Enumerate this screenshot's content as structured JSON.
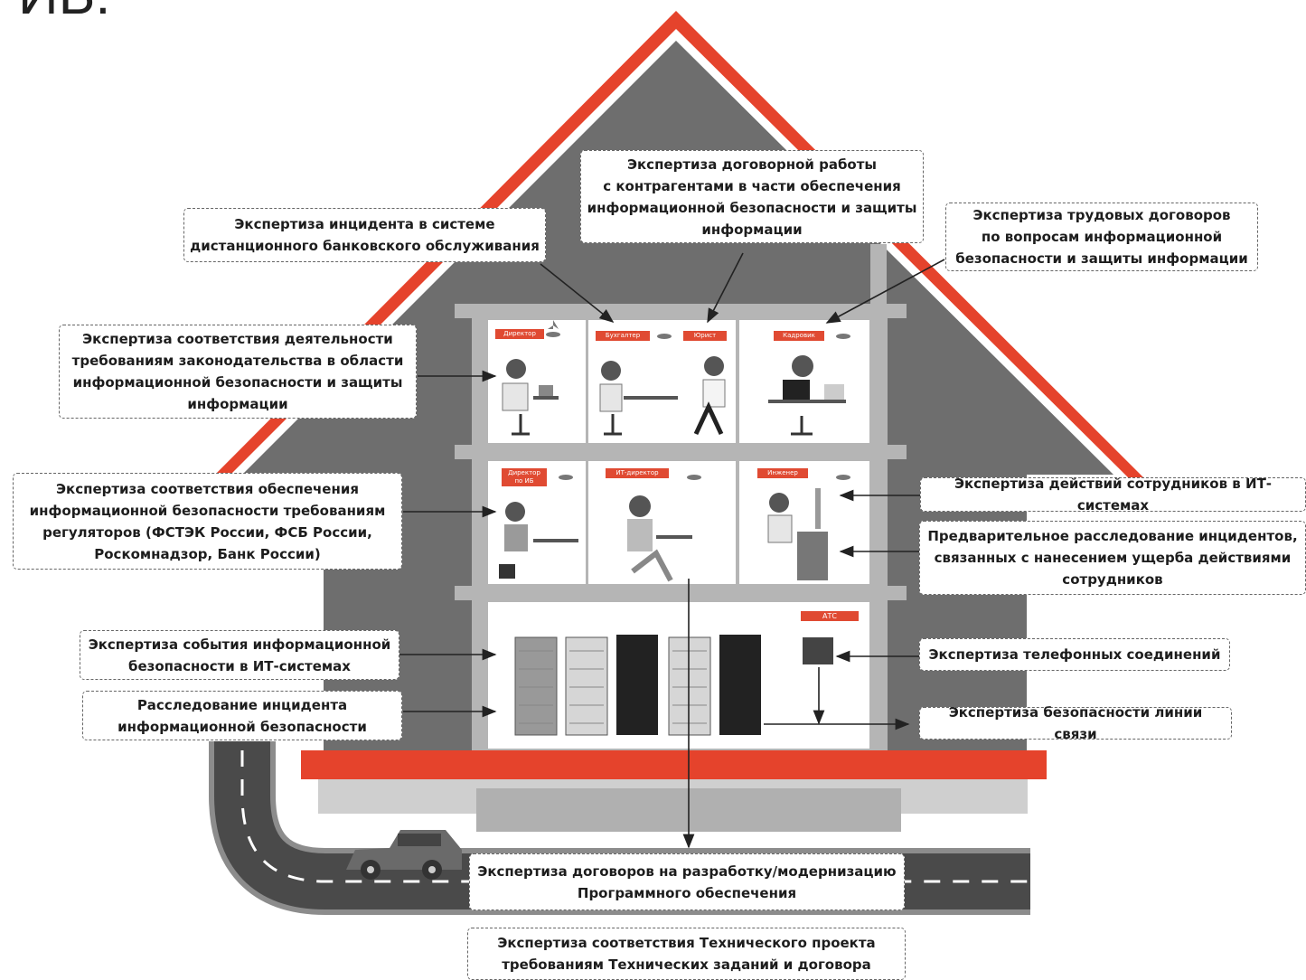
{
  "page": {
    "title_fragment": "ИБ:"
  },
  "colors": {
    "accent": "#e5432c",
    "house": "#6e6e6e",
    "frame": "#b5b5b5"
  },
  "labels": {
    "bank_incident": "Экспертиза инцидента в системе\nдистанционного банковского обслуживания",
    "contract_work": "Экспертиза договорной работы\nс контрагентами в части обеспечения\nинформационной безопасности и защиты\nинформации",
    "labor_contracts": "Экспертиза трудовых договоров\nпо вопросам информационной\nбезопасности и защиты информации",
    "law_compliance": "Экспертиза соответствия деятельности\nтребованиям законодательства в области\nинформационной безопасности и защиты\nинформации",
    "regulators": "Экспертиза соответствия обеспечения\nинформационной безопасности требованиям\nрегуляторов (ФСТЭК России, ФСБ России,\nРоскомнадзор, Банк России)",
    "employee_actions": "Экспертиза действий сотрудников в ИТ-системах",
    "preliminary": "Предварительное расследование инцидентов,\nсвязанных с нанесением ущерба действиями\nсотрудников",
    "it_event": "Экспертиза события информационной\nбезопасности в ИТ-системах",
    "incident_investigation": "Расследование инцидента\nинформационной безопасности",
    "phone": "Экспертиза телефонных соединений",
    "comm_line": "Экспертиза безопасности линии связи",
    "software": "Экспертиза договоров на разработку/модернизацию\nПрограммного обеспечения",
    "tech_project": "Экспертиза соответствия Технического проекта\nтребованиям Технических заданий и договора"
  },
  "rooms": {
    "director": "Директор",
    "accountant": "Бухгалтер",
    "lawyer": "Юрист",
    "hr": "Кадровик",
    "security_director": "Директор по ИБ",
    "it_director": "ИТ-директор",
    "engineer": "Инженер",
    "pbx": "АТС"
  }
}
